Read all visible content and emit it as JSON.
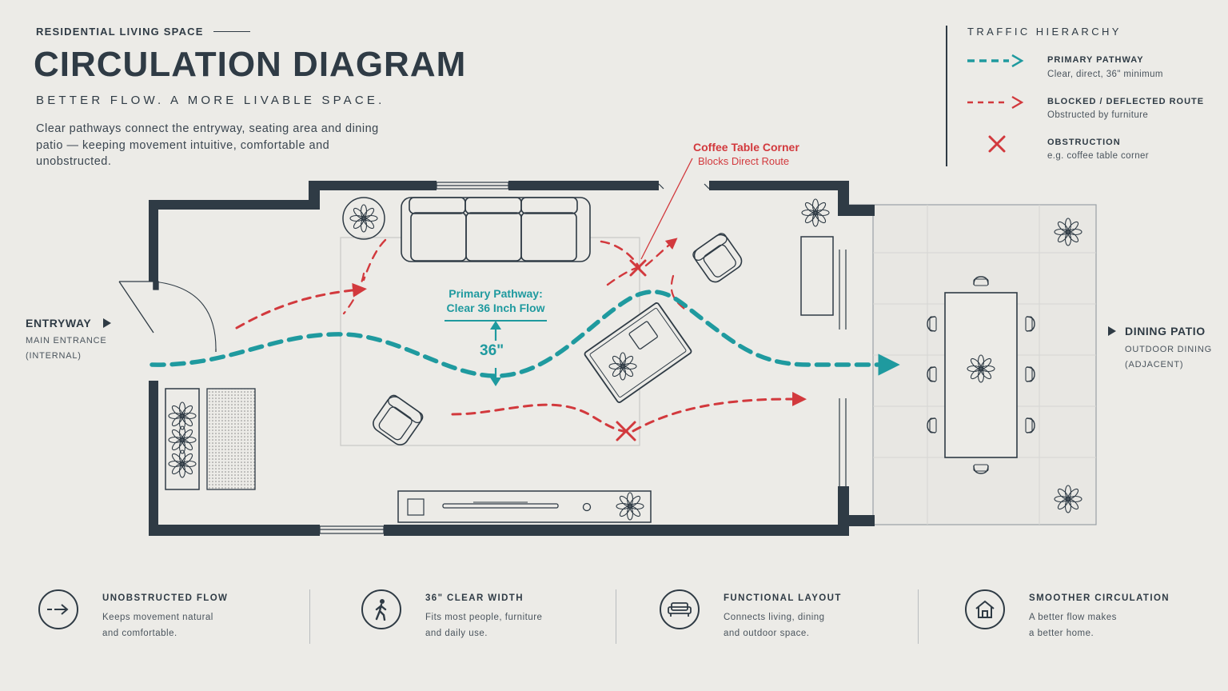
{
  "header": {
    "eyebrow": "RESIDENTIAL LIVING SPACE",
    "title": "CIRCULATION DIAGRAM",
    "tagline": "BETTER FLOW. A MORE LIVABLE SPACE.",
    "intro": "Clear pathways connect the entryway, seating area and dining patio — keeping movement intuitive, comfortable and unobstructed."
  },
  "legend": {
    "title": "TRAFFIC HIERARCHY",
    "items": [
      {
        "heading": "PRIMARY PATHWAY",
        "sub": "Clear, direct, 36\" minimum",
        "icon": "teal-dashed-arrow-icon"
      },
      {
        "heading": "BLOCKED / DEFLECTED ROUTE",
        "sub": "Obstructed by furniture",
        "icon": "red-dashed-arrow-icon"
      },
      {
        "heading": "OBSTRUCTION",
        "sub": "e.g. coffee table corner",
        "icon": "red-x-icon"
      }
    ]
  },
  "plan": {
    "entry": {
      "heading": "ENTRYWAY",
      "line1": "MAIN ENTRANCE",
      "line2": "(INTERNAL)"
    },
    "patio": {
      "heading": "DINING PATIO",
      "line1": "OUTDOOR DINING",
      "line2": "(ADJACENT)"
    },
    "obstruction_callout": {
      "line1": "Coffee Table Corner",
      "line2": "Blocks Direct Route"
    },
    "pathway_callout": {
      "line1": "Primary Pathway:",
      "line2": "Clear 36 Inch Flow"
    },
    "dimension": "36\""
  },
  "colors": {
    "primary": "#1f9a9f",
    "blocked": "#d2393d",
    "ink": "#2f3b45",
    "background": "#ecebe7"
  },
  "footer": [
    {
      "heading": "UNOBSTRUCTED FLOW",
      "line1": "Keeps movement natural",
      "line2": "and comfortable.",
      "icon": "arrow-right-icon"
    },
    {
      "heading": "36\" CLEAR WIDTH",
      "line1": "Fits most people, furniture",
      "line2": "and daily use.",
      "icon": "walking-person-icon"
    },
    {
      "heading": "FUNCTIONAL LAYOUT",
      "line1": "Connects living, dining",
      "line2": "and outdoor space.",
      "icon": "sofa-icon"
    },
    {
      "heading": "SMOOTHER CIRCULATION",
      "line1": "A better flow makes",
      "line2": "a better home.",
      "icon": "house-icon"
    }
  ]
}
